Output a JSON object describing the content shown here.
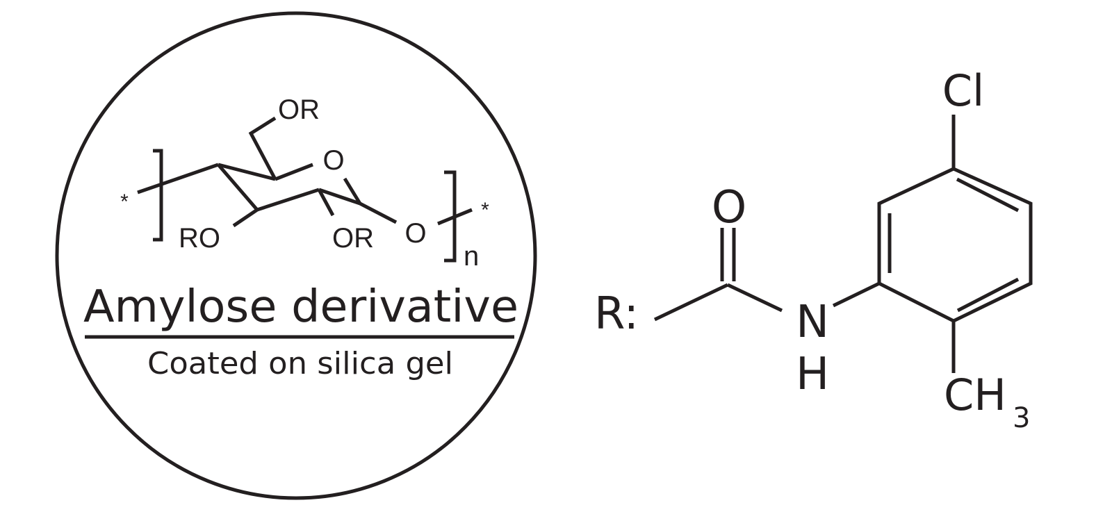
{
  "colors": {
    "ink": "#231f20",
    "background": "#ffffff"
  },
  "amylose": {
    "end_left": "*",
    "end_right": "*",
    "c6_group": "OR",
    "ring_oxygen": "O",
    "c3_group": "RO",
    "c2_group": "OR",
    "glycosidic_oxygen": "O",
    "repeat_subscript": "n",
    "title": "Amylose derivative",
    "subtitle": "Coated on silica gel"
  },
  "substituent": {
    "r_label": "R:",
    "carbonyl_oxygen": "O",
    "nitrogen": "N",
    "hydrogen": "H",
    "chloro": "Cl",
    "methyl": "CH",
    "methyl_subscript": "3"
  }
}
